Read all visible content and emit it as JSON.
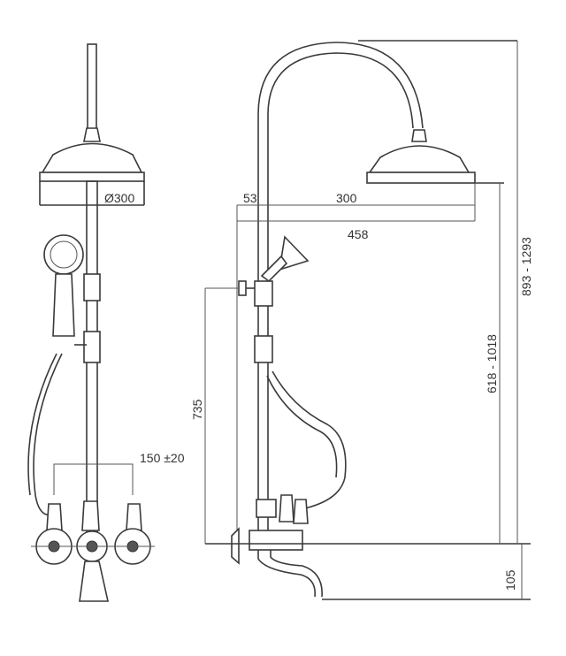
{
  "dimensions": {
    "head_diameter": "Ø300",
    "valve_spacing": "150 ±20",
    "offset_53": "53",
    "head_300": "300",
    "reach_458": "458",
    "outlet_height": "735",
    "head_height_range": "618 - 1018",
    "total_height_range": "893 - 1293",
    "spout_105": "105"
  }
}
